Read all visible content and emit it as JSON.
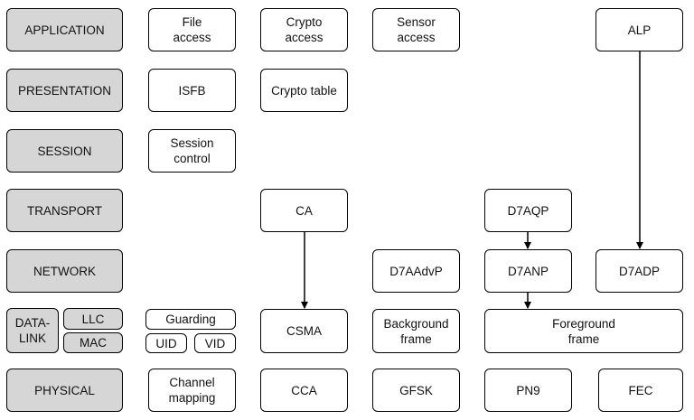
{
  "layers": {
    "application": "APPLICATION",
    "presentation": "PRESENTATION",
    "session": "SESSION",
    "transport": "TRANSPORT",
    "network": "NETWORK",
    "datalink": "DATA-\nLINK",
    "llc": "LLC",
    "mac": "MAC",
    "physical": "PHYSICAL"
  },
  "blocks": {
    "file_access": "File\naccess",
    "crypto_access": "Crypto\naccess",
    "sensor_access": "Sensor\naccess",
    "alp": "ALP",
    "isfb": "ISFB",
    "crypto_table": "Crypto table",
    "session_control": "Session\ncontrol",
    "ca": "CA",
    "d7aqp": "D7AQP",
    "d7aadvp": "D7AAdvP",
    "d7anp": "D7ANP",
    "d7adp": "D7ADP",
    "guarding": "Guarding",
    "uid": "UID",
    "vid": "VID",
    "csma": "CSMA",
    "background_frame": "Background\nframe",
    "foreground_frame": "Foreground\nframe",
    "channel_mapping": "Channel\nmapping",
    "cca": "CCA",
    "gfsk": "GFSK",
    "pn9": "PN9",
    "fec": "FEC"
  },
  "colors": {
    "layer_fill": "#d6d6d6",
    "block_fill": "#ffffff",
    "stroke": "#000000"
  }
}
